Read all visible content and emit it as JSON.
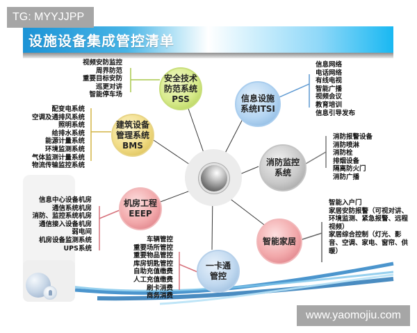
{
  "watermarks": {
    "top_left": "TG: MYYJJPP",
    "bottom_right": "www.yaomojiu.com"
  },
  "slide": {
    "title": "设施设备集成管控清单"
  },
  "diagram": {
    "hub": {
      "icon": "metal-sphere-hub"
    },
    "nodes": [
      {
        "id": "pss",
        "color": "#d8eb8c",
        "label_lines": [
          "安全技术",
          "防范系统",
          "PSS"
        ],
        "items": [
          "视频安防监控",
          "周界防范",
          "重要目标安防",
          "巡更对讲",
          "智能停车场"
        ]
      },
      {
        "id": "itsi",
        "color": "#b4d5f2",
        "label_lines": [
          "信息设施",
          "系统ITSI"
        ],
        "items": [
          "信息网络",
          "电话网络",
          "有线电视",
          "智能广播",
          "视频会议",
          "教育培训",
          "信息引导发布"
        ]
      },
      {
        "id": "bms",
        "color": "#f1dc86",
        "label_lines": [
          "建筑设备",
          "管理系统",
          "BMS"
        ],
        "items": [
          "配变电系统",
          "空调及通排风系统",
          "照明系统",
          "给排水系统",
          "能源计量系统",
          "环境监测系统",
          "气体监测计量系统",
          "物流传输监控系统"
        ]
      },
      {
        "id": "fire",
        "color": "#c9c9c9",
        "label_lines": [
          "消防监控",
          "系统"
        ],
        "items": [
          "消防报警设备",
          "消防喷淋",
          "消防栓",
          "排烟设备",
          "隔离防火门",
          "消防广播"
        ]
      },
      {
        "id": "eeep",
        "color": "#f2a9ab",
        "label_lines": [
          "机房工程",
          "EEEP"
        ],
        "items": [
          "信息中心设备机房",
          "通信系统机房",
          "消防、监控系统机房",
          "通信接入设备机房",
          "弱电间",
          "机房设备监测系统",
          "UPS系统"
        ]
      },
      {
        "id": "smarthome",
        "color": "#f2a9ab",
        "label_lines": [
          "智能家居"
        ],
        "items": [
          "智能入户门",
          "家居安防报警（可视对讲、环境监测、紧急报警、远程视频）",
          "家居综合控制（灯光、影音、空调、家电、窗帘、供暖）"
        ]
      },
      {
        "id": "card",
        "color": "#c0d8ef",
        "label_lines": [
          "一卡通",
          "管控"
        ],
        "items": [
          "车辆管控",
          "重要场所管控",
          "重要物品管控",
          "库房钥匙管控",
          "自助充值缴费",
          "人工充值缴费",
          "刷卡消费",
          "商务消费"
        ]
      }
    ]
  },
  "decor": {
    "globe_icon": "globe-icon",
    "user_icon": "user-icon"
  }
}
